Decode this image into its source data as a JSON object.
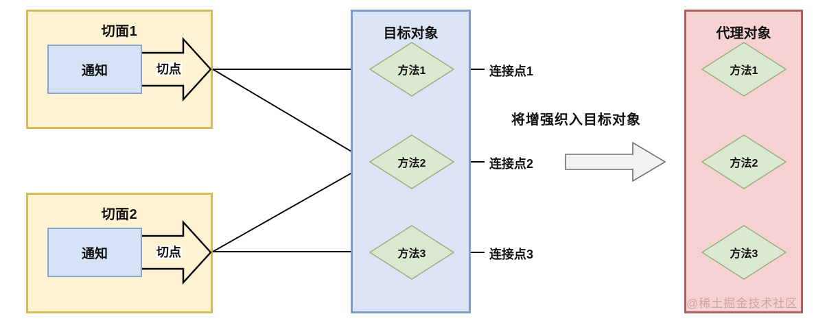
{
  "aspects": [
    {
      "title": "切面1",
      "advice_label": "通知",
      "pointcut_label": "切点"
    },
    {
      "title": "切面2",
      "advice_label": "通知",
      "pointcut_label": "切点"
    }
  ],
  "target_panel": {
    "title": "目标对象",
    "methods": [
      "方法1",
      "方法2",
      "方法3"
    ],
    "joinpoints": [
      "连接点1",
      "连接点2",
      "连接点3"
    ]
  },
  "proxy_panel": {
    "title": "代理对象",
    "methods": [
      "方法1",
      "方法2",
      "方法3"
    ]
  },
  "weave": {
    "caption": "将增强织入目标对象",
    "arrow_icon": "right-block-arrow-icon"
  },
  "watermark": "@稀土掘金技术社区",
  "colors": {
    "aspect_fill": "#fdf3d3",
    "aspect_stroke": "#d6bc59",
    "advice_fill": "#d5e2f5",
    "advice_stroke": "#8ba5ca",
    "target_fill": "#dce5f8",
    "target_stroke": "#7e9bc9",
    "proxy_fill": "#f6d3d2",
    "proxy_stroke": "#b35f60",
    "method_fill": "#dbe9d0",
    "method_stroke": "#9bb07e",
    "line": "#000000",
    "weave_arrow_fill": "#f2f2f2",
    "weave_arrow_stroke": "#6b6b6b"
  }
}
